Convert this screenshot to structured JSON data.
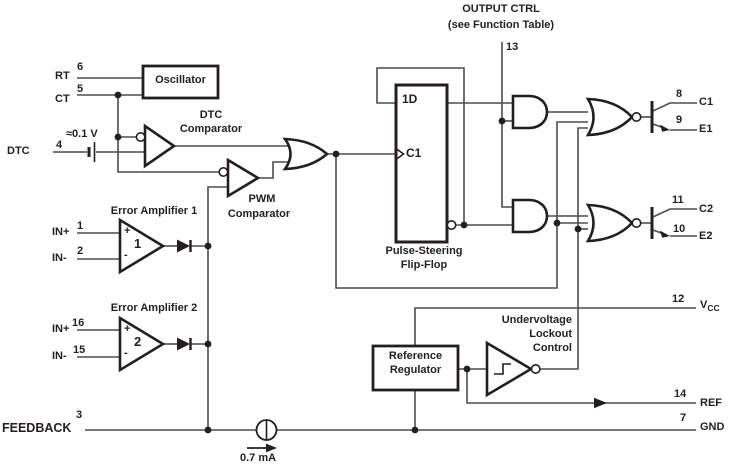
{
  "title": {
    "output_ctrl_line1": "OUTPUT CTRL",
    "output_ctrl_line2": "(see Function Table)"
  },
  "blocks": {
    "oscillator": "Oscillator",
    "dtc_comparator_line1": "DTC",
    "dtc_comparator_line2": "Comparator",
    "pwm_comparator_line1": "PWM",
    "pwm_comparator_line2": "Comparator",
    "error_amp1_title": "Error Amplifier 1",
    "error_amp2_title": "Error Amplifier 2",
    "flipflop_line1": "Pulse-Steering",
    "flipflop_line2": "Flip-Flop",
    "reference_line1": "Reference",
    "reference_line2": "Regulator",
    "uvlo_line1": "Undervoltage",
    "uvlo_line2": "Lockout",
    "uvlo_line3": "Control"
  },
  "annotations": {
    "offset_voltage": "≈0.1 V",
    "sink_current": "0.7 mA",
    "ff_data_input": "1D",
    "ff_clock_input": "C1",
    "amp1_plus": "+",
    "amp1_minus": "-",
    "amp1_number": "1",
    "amp2_plus": "+",
    "amp2_minus": "-",
    "amp2_number": "2"
  },
  "pins": {
    "rt": {
      "num": "6",
      "name": "RT"
    },
    "ct": {
      "num": "5",
      "name": "CT"
    },
    "dtc": {
      "num": "4",
      "name": "DTC"
    },
    "in1p": {
      "num": "1",
      "name": "IN+"
    },
    "in1m": {
      "num": "2",
      "name": "IN-"
    },
    "in2p": {
      "num": "16",
      "name": "IN+"
    },
    "in2m": {
      "num": "15",
      "name": "IN-"
    },
    "feedback": {
      "num": "3",
      "name": "FEEDBACK"
    },
    "output_ctrl": {
      "num": "13"
    },
    "c1": {
      "num": "8",
      "name": "C1"
    },
    "e1": {
      "num": "9",
      "name": "E1"
    },
    "c2": {
      "num": "11",
      "name": "C2"
    },
    "e2": {
      "num": "10",
      "name": "E2"
    },
    "vcc": {
      "num": "12",
      "name_main": "V",
      "name_sub": "CC"
    },
    "ref": {
      "num": "14",
      "name": "REF"
    },
    "gnd": {
      "num": "7",
      "name": "GND"
    }
  },
  "colors": {
    "wire": "#4d4d4f",
    "shape": "#231f20",
    "background": "#ffffff"
  }
}
